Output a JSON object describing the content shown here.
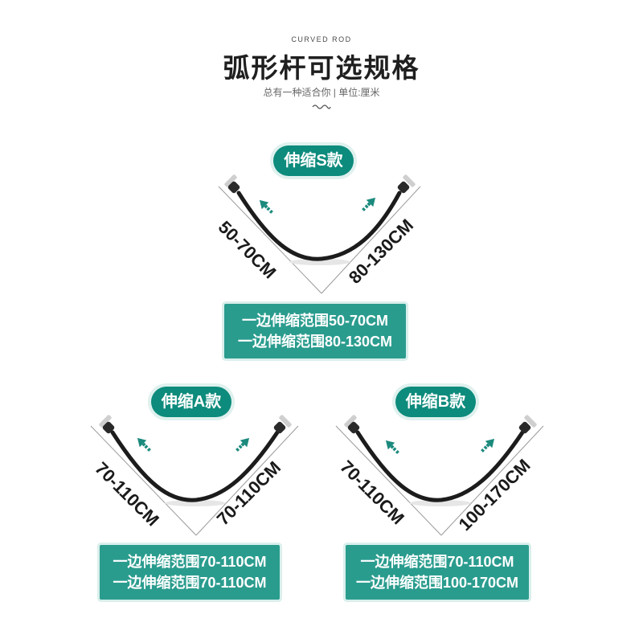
{
  "header": {
    "kicker": "CURVED ROD",
    "title": "弧形杆可选规格",
    "subtitle": "总有一种适合你 | 单位:厘米"
  },
  "colors": {
    "pill": "#0d8b7c",
    "spec_box": "#2a9c8e",
    "arrow": "#1b8a7d",
    "rod": "#1c1c1c"
  },
  "products": [
    {
      "label": "伸缩S款",
      "left_dim": "50-70CM",
      "right_dim": "80-130CM",
      "spec_lines": [
        "一边伸缩范围50-70CM",
        "一边伸缩范围80-130CM"
      ]
    },
    {
      "label": "伸缩A款",
      "left_dim": "70-110CM",
      "right_dim": "70-110CM",
      "spec_lines": [
        "一边伸缩范围70-110CM",
        "一边伸缩范围70-110CM"
      ]
    },
    {
      "label": "伸缩B款",
      "left_dim": "70-110CM",
      "right_dim": "100-170CM",
      "spec_lines": [
        "一边伸缩范围70-110CM",
        "一边伸缩范围100-170CM"
      ]
    }
  ]
}
